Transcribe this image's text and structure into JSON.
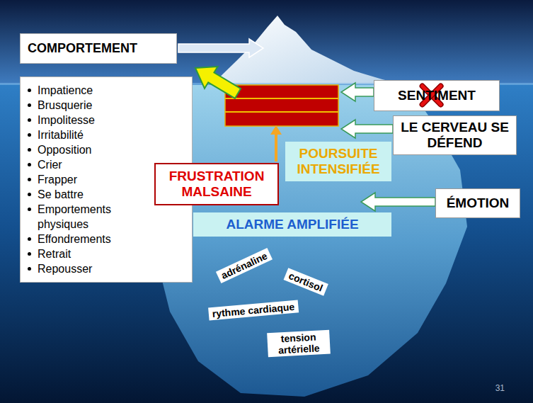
{
  "diagram": {
    "nodes": [
      {
        "text": [
          "COMPORTEMENT"
        ]
      },
      {
        "text": [
          "Impatience",
          "Brusquerie",
          "Impolitesse",
          "Irritabilité",
          "Opposition",
          "Crier",
          "Frapper",
          "Se battre",
          "Emportements physiques",
          "Effondrements",
          "Retrait",
          "Repousser"
        ]
      },
      {
        "text": [
          "SENTIMENT"
        ]
      },
      {
        "text": [
          "LE CERVEAU SE DÉFEND"
        ]
      },
      {
        "text": [
          "POURSUITE INTENSIFIÉE"
        ]
      },
      {
        "text": [
          "FRUSTRATION MALSAINE"
        ]
      },
      {
        "text": [
          "ÉMOTION"
        ]
      },
      {
        "text": [
          "ALARME AMPLIFIÉE"
        ]
      },
      {
        "text": [
          "adrénaline"
        ]
      },
      {
        "text": [
          "cortisol"
        ]
      },
      {
        "text": [
          "rythme cardiaque"
        ]
      },
      {
        "text": [
          "tension artérielle"
        ]
      }
    ],
    "labels": [
      "31"
    ]
  }
}
